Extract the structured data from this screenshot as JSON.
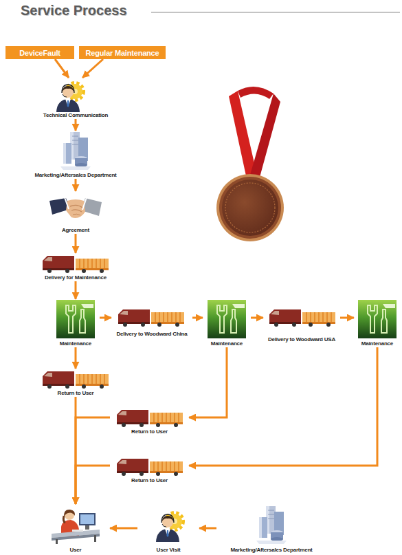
{
  "diagram": {
    "title": "Service Process",
    "nodes": [
      {
        "text": [
          "DeviceFault"
        ]
      },
      {
        "text": [
          "Regular Maintenance"
        ]
      },
      {
        "text": [
          "Technical Communication"
        ]
      },
      {
        "text": [
          "Marketing/Aftersales Department"
        ]
      },
      {
        "text": [
          "Agreement"
        ]
      },
      {
        "text": [
          "Delivery for Maintenance"
        ]
      },
      {
        "text": [
          "Maintenance"
        ]
      },
      {
        "text": [
          "Delivery to Woodward China"
        ]
      },
      {
        "text": [
          "Maintenance"
        ]
      },
      {
        "text": [
          "Delivery to Woodward USA"
        ]
      },
      {
        "text": [
          "Maintenance"
        ]
      },
      {
        "text": [
          "Return to User"
        ]
      },
      {
        "text": [
          "Return to User"
        ]
      },
      {
        "text": [
          "Return to User"
        ]
      },
      {
        "text": [
          "User"
        ]
      },
      {
        "text": [
          "User Visit"
        ]
      },
      {
        "text": [
          "Marketing/Aftersales Department"
        ]
      }
    ],
    "edges": [
      {
        "from": 0,
        "to": 2,
        "arrow": "to"
      },
      {
        "from": 1,
        "to": 2,
        "arrow": "to"
      },
      {
        "from": 2,
        "to": 3,
        "arrow": "to"
      },
      {
        "from": 3,
        "to": 4,
        "arrow": "to"
      },
      {
        "from": 4,
        "to": 5,
        "arrow": "to"
      },
      {
        "from": 5,
        "to": 6,
        "arrow": "to"
      },
      {
        "from": 6,
        "to": 7,
        "arrow": "to"
      },
      {
        "from": 7,
        "to": 8,
        "arrow": "to"
      },
      {
        "from": 8,
        "to": 9,
        "arrow": "to"
      },
      {
        "from": 9,
        "to": 10,
        "arrow": "to"
      },
      {
        "from": 6,
        "to": 11,
        "arrow": "to"
      },
      {
        "from": 8,
        "to": 12,
        "arrow": "to"
      },
      {
        "from": 10,
        "to": 13,
        "arrow": "to"
      },
      {
        "from": 11,
        "to": 14,
        "arrow": "to"
      },
      {
        "from": 12,
        "to": 14,
        "arrow": "to"
      },
      {
        "from": 13,
        "to": 14,
        "arrow": "to"
      },
      {
        "from": 16,
        "to": 15,
        "arrow": "to"
      },
      {
        "from": 15,
        "to": 14,
        "arrow": "to"
      }
    ]
  }
}
